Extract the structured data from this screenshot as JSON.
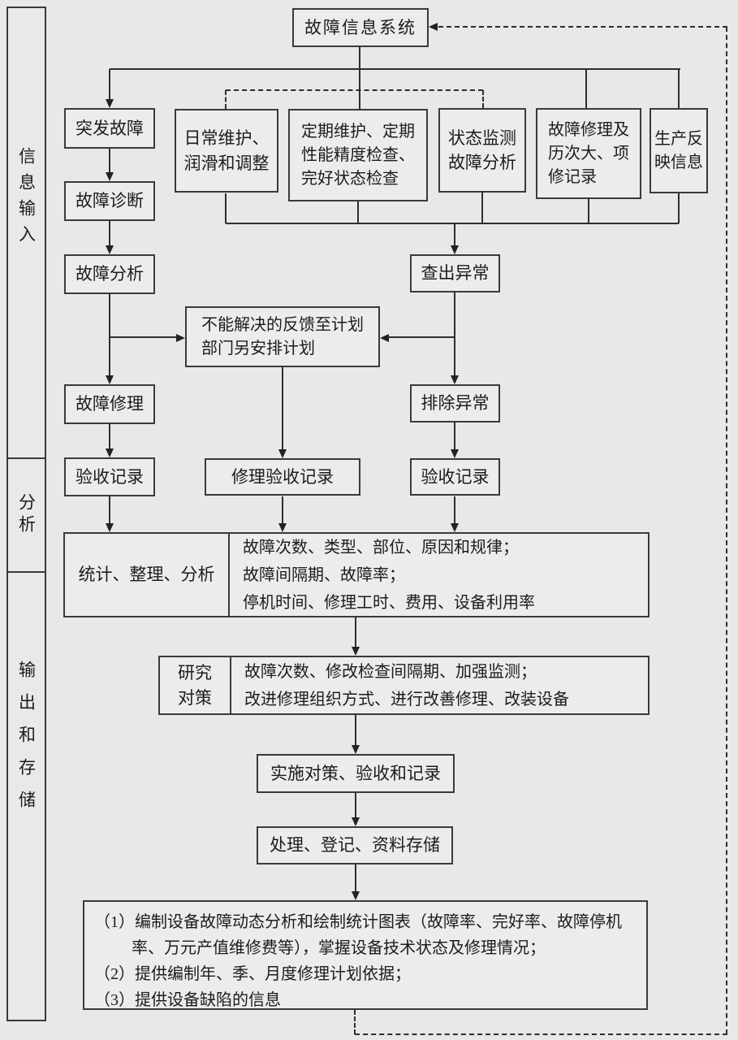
{
  "colors": {
    "background": "#e9e8e6",
    "box_fill": "#edecea",
    "line": "#2e2e2e",
    "text": "#1c1c1c"
  },
  "sidebar": {
    "sections": [
      {
        "label": "信息输入"
      },
      {
        "label": "分析"
      },
      {
        "label": "输出和存储"
      }
    ]
  },
  "nodes": {
    "system": "故障信息系统",
    "sudden_fault": "突发故障",
    "daily_maintenance": "日常维护、\n润滑和调整",
    "periodic_maintenance": "定期维护、定期\n性能精度检查、\n完好状态检查",
    "condition_monitoring": "状态监测\n故障分析",
    "repair_history": "故障修理及\n历次大、项\n修记录",
    "production_feedback": "生产反\n映信息",
    "fault_diagnosis": "故障诊断",
    "fault_analysis": "故障分析",
    "detect_abnormality": "查出异常",
    "unsolved_feedback": "不能解决的反馈至计划\n部门另安排计划",
    "fault_repair": "故障修理",
    "eliminate_abnormality": "排除异常",
    "acceptance_record_left": "验收记录",
    "repair_acceptance_record": "修理验收记录",
    "acceptance_record_right": "验收记录",
    "statistics": {
      "left": "统计、整理、分析",
      "right": "故障次数、类型、部位、原因和规律；\n故障间隔期、故障率；\n停机时间、修理工时、费用、设备利用率"
    },
    "countermeasure": {
      "left": "研究\n对策",
      "right": "故障次数、修改检查间隔期、加强监测；\n改进修理组织方式、进行改善修理、改装设备"
    },
    "implement": "实施对策、验收和记录",
    "process_store": "处理、登记、资料存储",
    "output": {
      "items": [
        {
          "marker": "（1）",
          "text": "编制设备故障动态分析和绘制统计图表（故障率、完好率、故障停机率、万元产值维修费等），掌握设备技术状态及修理情况；"
        },
        {
          "marker": "（2）",
          "text": "提供编制年、季、月度修理计划依据；"
        },
        {
          "marker": "（3）",
          "text": "提供设备缺陷的信息"
        }
      ]
    }
  }
}
